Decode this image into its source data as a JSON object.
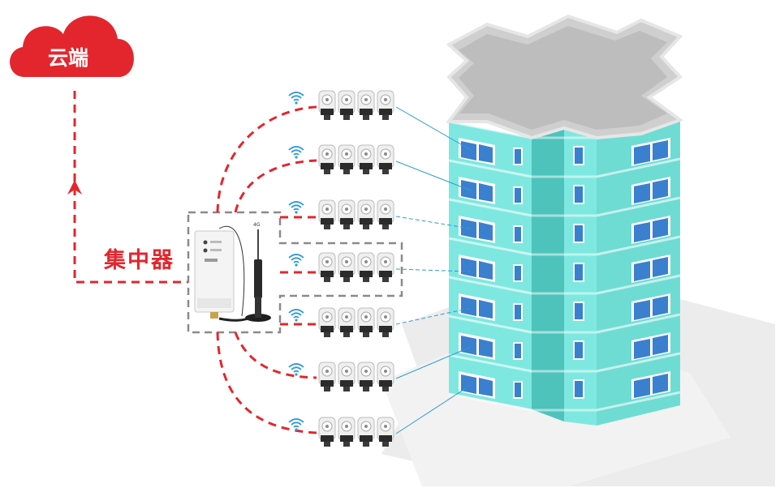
{
  "cloud": {
    "label": "云端"
  },
  "concentrator": {
    "label": "集中器",
    "antenna_label": "4G"
  },
  "colors": {
    "accent_red": "#e3262d",
    "facade": "#7ee8e0",
    "facade_dark": "#4dc3bc",
    "roof": "#d9d9d9",
    "ground": "#e9e9e9",
    "link_blue": "#2e9ad6",
    "group_box": "#888888"
  },
  "icons": [
    "cloud-icon",
    "wifi-icon",
    "water-meter-icon",
    "antenna-icon",
    "building-icon"
  ],
  "meter_rows": 7,
  "meters_per_row": 4,
  "building_floors": 7
}
